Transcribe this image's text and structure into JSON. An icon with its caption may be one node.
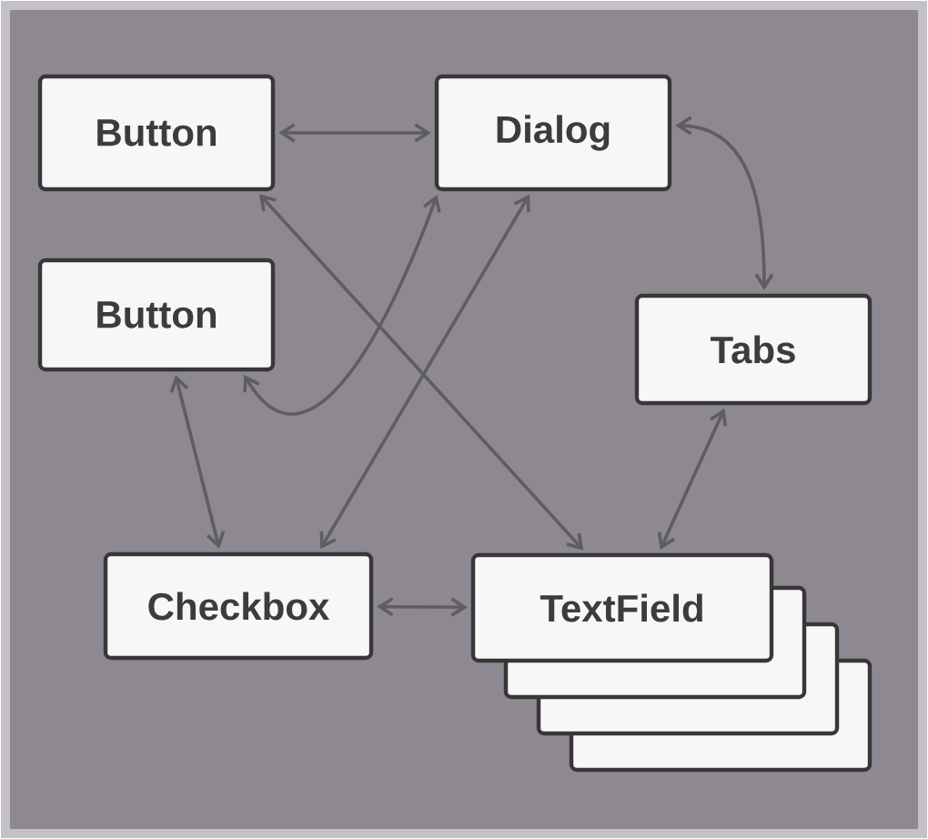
{
  "diagram": {
    "nodes": [
      {
        "text": [
          "Button"
        ]
      },
      {
        "text": [
          "Dialog"
        ]
      },
      {
        "text": [
          "Button"
        ]
      },
      {
        "text": [
          "Tabs"
        ]
      },
      {
        "text": [
          "Checkbox"
        ]
      },
      {
        "text": [
          "TextField"
        ]
      },
      {
        "text": [],
        "shape": "box"
      },
      {
        "text": [],
        "shape": "box"
      },
      {
        "text": [],
        "shape": "box"
      }
    ],
    "edges": [
      {
        "from": 0,
        "to": 1,
        "arrow": "both"
      },
      {
        "from": 1,
        "to": 3,
        "arrow": "both"
      },
      {
        "from": 2,
        "to": 1,
        "arrow": "both"
      },
      {
        "from": 0,
        "to": 5,
        "arrow": "both"
      },
      {
        "from": 4,
        "to": 1,
        "arrow": "both"
      },
      {
        "from": 2,
        "to": 4,
        "arrow": "both"
      },
      {
        "from": 4,
        "to": 5,
        "arrow": "both"
      },
      {
        "from": 3,
        "to": 5,
        "arrow": "both"
      }
    ]
  }
}
